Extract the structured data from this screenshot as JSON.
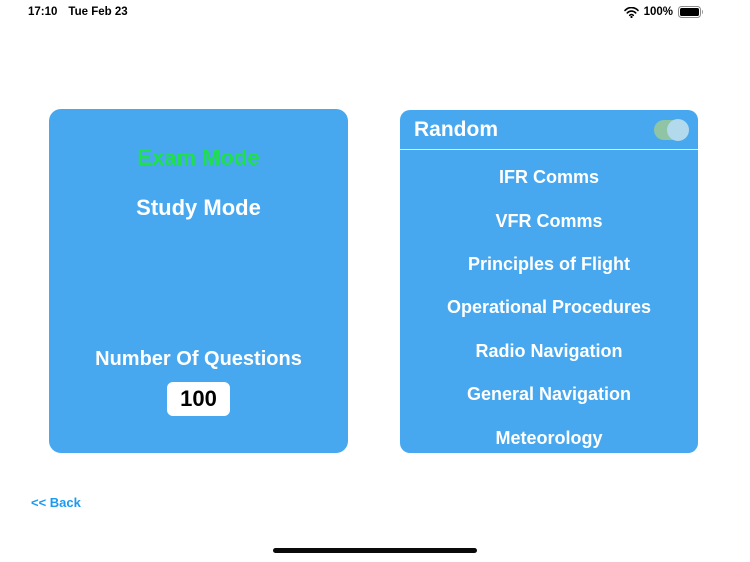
{
  "status_bar": {
    "time": "17:10",
    "date": "Tue Feb 23",
    "battery_percent": "100%"
  },
  "left_panel": {
    "exam_mode_label": "Exam Mode",
    "study_mode_label": "Study Mode",
    "questions_label": "Number Of Questions",
    "questions_value": "100"
  },
  "right_panel": {
    "header_label": "Random",
    "toggle_state": "on",
    "items": [
      {
        "label": "IFR Comms"
      },
      {
        "label": "VFR Comms"
      },
      {
        "label": "Principles of Flight"
      },
      {
        "label": "Operational Procedures"
      },
      {
        "label": "Radio Navigation"
      },
      {
        "label": "General Navigation"
      },
      {
        "label": "Meteorology"
      }
    ]
  },
  "footer": {
    "back_label": "<< Back"
  },
  "colors": {
    "panel_blue": "#47a8f0",
    "exam_green": "#1fdf4d",
    "back_blue": "#1a9af0",
    "toggle_track": "#8fc4a5",
    "toggle_knob": "#b3d9ec",
    "separator": "#d8ecfb"
  }
}
